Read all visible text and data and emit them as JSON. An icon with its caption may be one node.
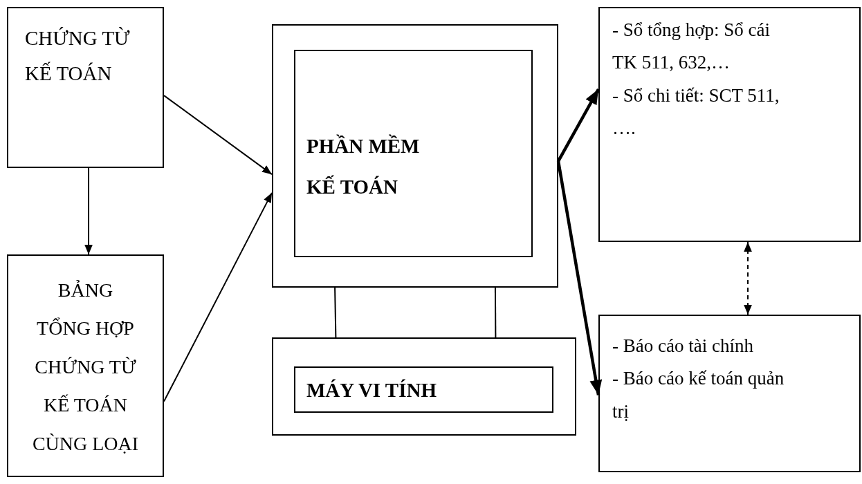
{
  "diagram": {
    "nodes": [
      {
        "text": [
          "CHỨNG TỪ KẾ TOÁN"
        ]
      },
      {
        "text": [
          "BẢNG TỔNG HỢP CHỨNG TỪ KẾ TOÁN CÙNG LOẠI"
        ]
      },
      {
        "text": [],
        "shape": "box"
      },
      {
        "text": [
          "PHẦN MỀM KẾ TOÁN"
        ],
        "in": 2
      },
      {
        "text": [],
        "shape": "box"
      },
      {
        "text": [
          "MÁY VI TÍNH"
        ],
        "in": 4
      },
      {
        "text": [
          "- Sổ tổng hợp: Sổ cái TK 511, 632,…",
          "- Sổ chi tiết: SCT 511,  …."
        ]
      },
      {
        "text": [
          "- Báo cáo tài chính",
          "- Báo cáo kế toán quản trị"
        ]
      }
    ],
    "edges": [
      {
        "from": 0,
        "to": 1,
        "arrow": "to"
      },
      {
        "from": 0,
        "to": 2,
        "arrow": "to"
      },
      {
        "from": 1,
        "to": 2,
        "arrow": "to"
      },
      {
        "from": 2,
        "to": 4,
        "arrow": "none"
      },
      {
        "from": 2,
        "to": 4,
        "arrow": "none"
      },
      {
        "from": 2,
        "to": 6,
        "arrow": "to",
        "style": "thick"
      },
      {
        "from": 2,
        "to": 7,
        "arrow": "to",
        "style": "thick"
      },
      {
        "from": 6,
        "to": 7,
        "arrow": "both",
        "style": "dashed"
      }
    ]
  }
}
